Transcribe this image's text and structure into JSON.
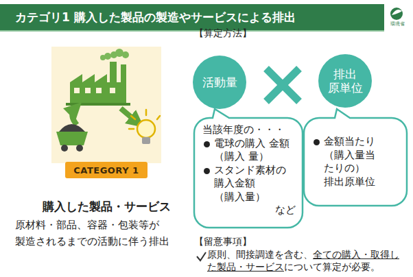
{
  "diagram": {
    "title": "カテゴリ1 購入した製品の製造やサービスによる排出",
    "nodes": [
      {
        "text": [
          "CATEGORY 1"
        ]
      },
      {
        "text": [
          "活動量"
        ]
      },
      {
        "text": [
          "排出 原単位"
        ]
      },
      {
        "text": [
          "当該年度の・・・",
          "電球の購入 金額（購入 量）",
          "スタンド素材の 購入金額 （購入量）",
          "など"
        ]
      },
      {
        "text": [
          "金額当たり （購入量当 たりの） 排出原単位"
        ]
      }
    ],
    "labels": [
      "環境省",
      "購入した製品・サービス",
      "原材料・部品、容器・包装等が 製造されるまでの活動に伴う排出",
      "【算定方法】",
      "【留意事項】",
      "原則、間接調達を含む、",
      "全ての購入・取得し た製品・サービス",
      "について算定が必要。"
    ]
  }
}
